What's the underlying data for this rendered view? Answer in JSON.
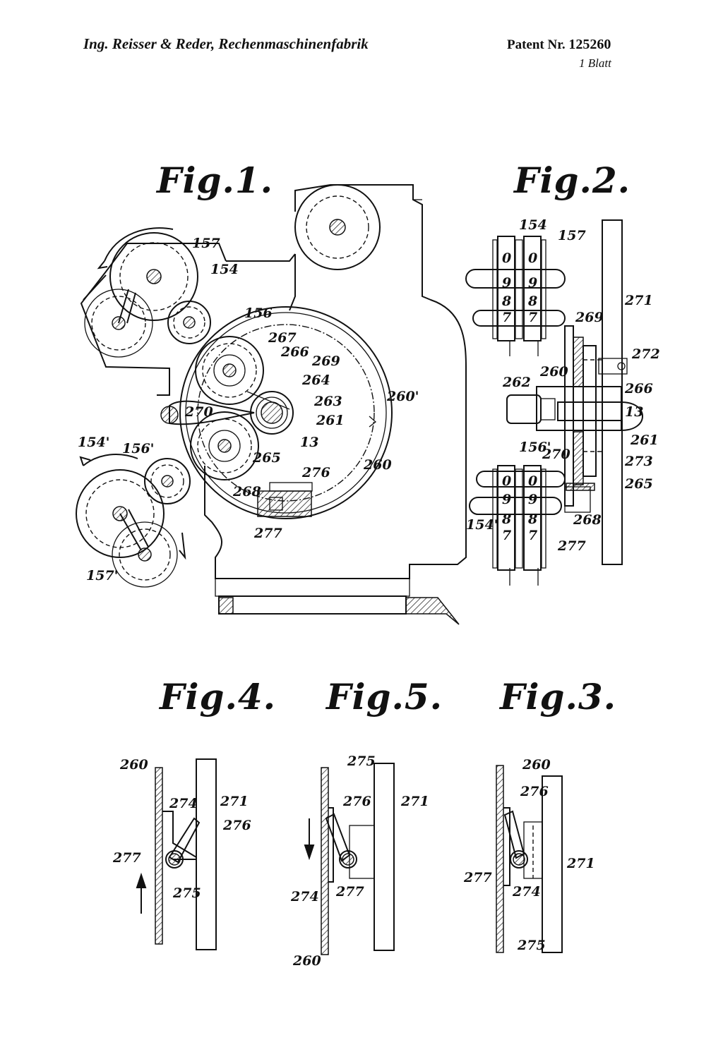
{
  "header": {
    "left": "Ing. Reisser & Reder, Rechenmaschinenfabrik",
    "patent_label": "Patent Nr.",
    "patent_number": "125260",
    "sheet": "1 Blatt"
  },
  "figures": {
    "fig1": {
      "title": "Fig.1.",
      "labels": [
        "157",
        "154",
        "156",
        "267",
        "266",
        "269",
        "264",
        "263",
        "261",
        "260'",
        "270",
        "13",
        "265",
        "260",
        "276",
        "268",
        "277",
        "154'",
        "156'",
        "157'"
      ]
    },
    "fig2": {
      "title": "Fig.2.",
      "labels": [
        "154",
        "157",
        "271",
        "269",
        "272",
        "260",
        "266",
        "262",
        "13",
        "261",
        "270",
        "273",
        "265",
        "156'",
        "154'",
        "268",
        "277"
      ],
      "digits_top": [
        "0",
        "9",
        "8",
        "7",
        "0",
        "9",
        "8",
        "7"
      ],
      "digits_bottom": [
        "0",
        "9",
        "8",
        "7",
        "0",
        "9",
        "8",
        "7"
      ]
    },
    "fig4": {
      "title": "Fig.4.",
      "labels": [
        "260",
        "274",
        "271",
        "276",
        "277",
        "275"
      ]
    },
    "fig5": {
      "title": "Fig.5.",
      "labels": [
        "275",
        "276",
        "271",
        "274",
        "277",
        "260"
      ]
    },
    "fig3": {
      "title": "Fig.3.",
      "labels": [
        "260",
        "276",
        "271",
        "277",
        "274",
        "275"
      ]
    }
  }
}
